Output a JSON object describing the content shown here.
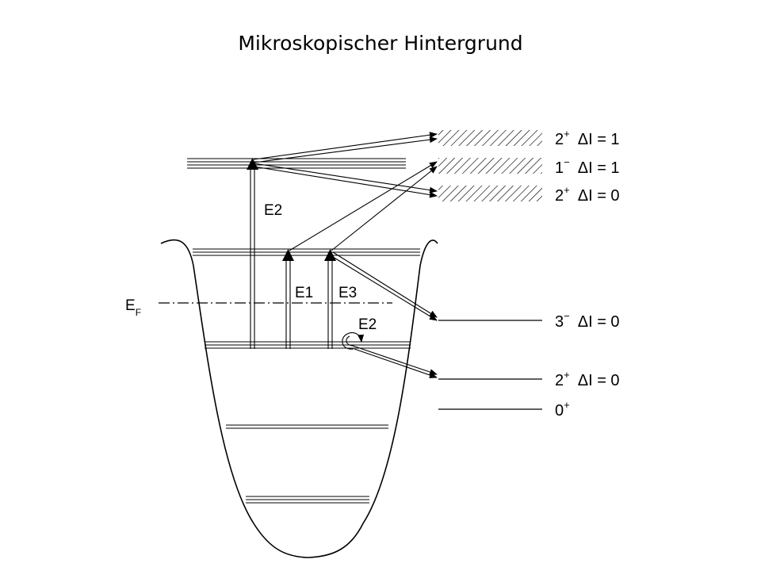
{
  "title": "Mikroskopischer Hintergrund",
  "diagram": {
    "labels": {
      "e2_upper": "E2",
      "e1": "E1",
      "e3": "E3",
      "e2_lower": "E2",
      "fermi_main": "E",
      "fermi_sub": "F"
    },
    "states": [
      {
        "level": "2",
        "parity": "+",
        "delta": "ΔI = 1"
      },
      {
        "level": "1",
        "parity": "−",
        "delta": "ΔI = 1"
      },
      {
        "level": "2",
        "parity": "+",
        "delta": "ΔI = 0"
      },
      {
        "level": "3",
        "parity": "−",
        "delta": "ΔI = 0"
      },
      {
        "level": "2",
        "parity": "+",
        "delta": "ΔI = 0"
      },
      {
        "level": "0",
        "parity": "+",
        "delta": ""
      }
    ]
  }
}
